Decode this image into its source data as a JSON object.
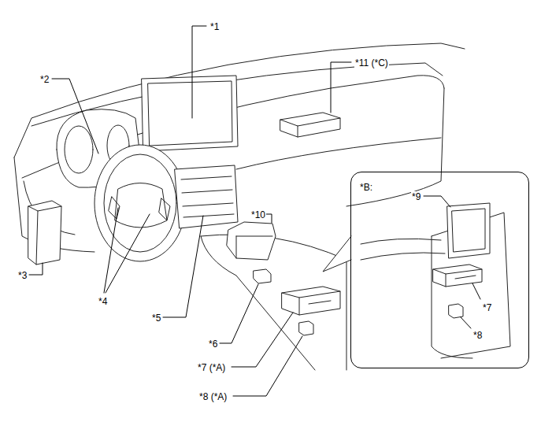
{
  "diagram": {
    "nodes": [
      {
        "text": [
          "*B:"
        ]
      }
    ],
    "labels": [
      "*1",
      "*2",
      "*11 (*C)",
      "*3",
      "*4",
      "*5",
      "*6",
      "*7 (*A)",
      "*8 (*A)",
      "*10",
      "*9",
      "*7",
      "*8"
    ]
  }
}
